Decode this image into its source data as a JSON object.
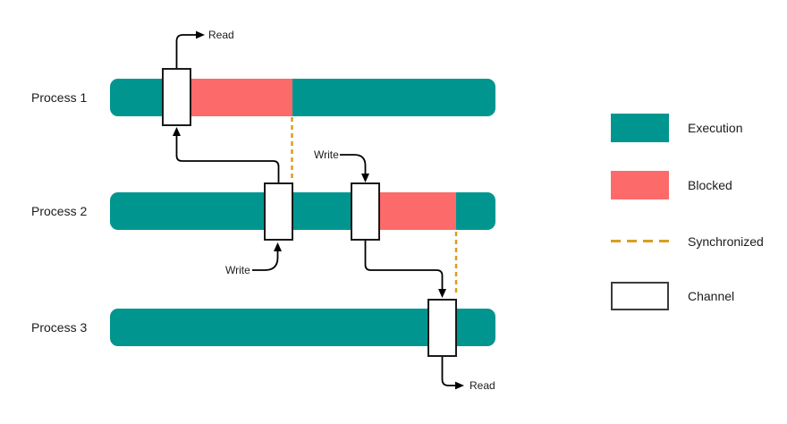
{
  "colors": {
    "execution": "#00968F",
    "blocked": "#FC6A6A",
    "synchronized": "#DB9D1C",
    "channel_border": "#1A1A1A",
    "arrow": "#000000",
    "text": "#1C1C1C",
    "background": "#FFFFFF"
  },
  "processes": [
    {
      "label": "Process 1"
    },
    {
      "label": "Process 2"
    },
    {
      "label": "Process 3"
    }
  ],
  "annotations": {
    "p1_read": "Read",
    "p2_write_top": "Write",
    "p2_write_bottom": "Write",
    "p3_read": "Read"
  },
  "legend": {
    "items": [
      {
        "key": "execution",
        "label": "Execution"
      },
      {
        "key": "blocked",
        "label": "Blocked"
      },
      {
        "key": "synchronized",
        "label": "Synchronized"
      },
      {
        "key": "channel",
        "label": "Channel"
      }
    ]
  }
}
